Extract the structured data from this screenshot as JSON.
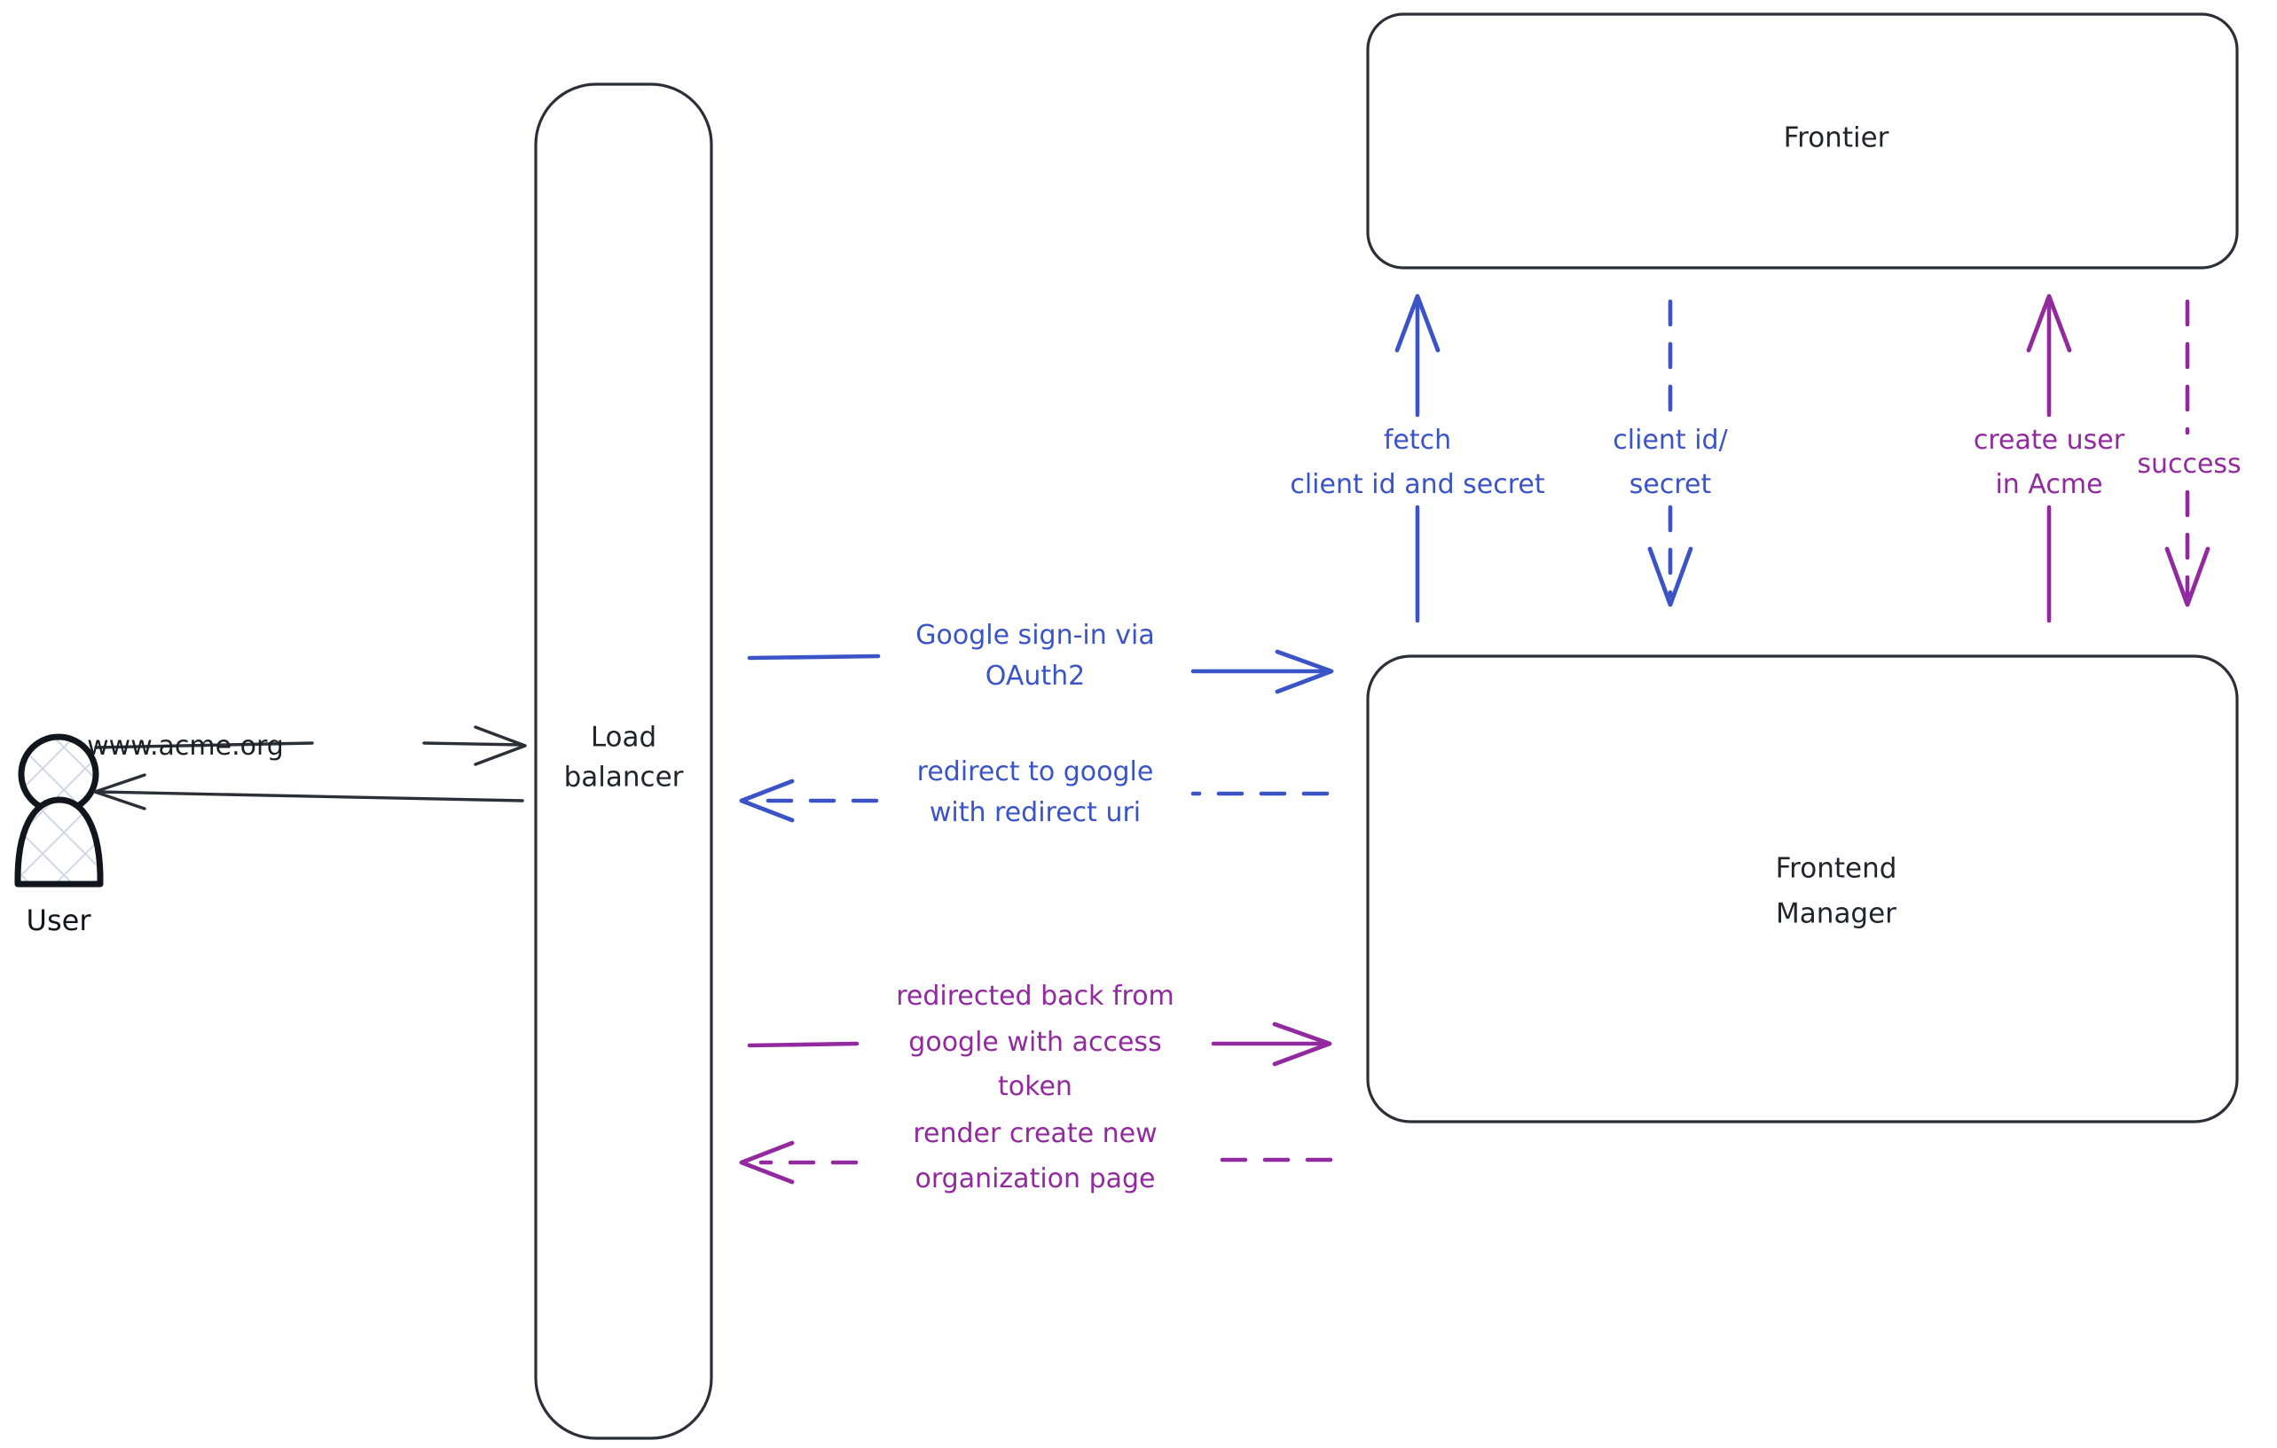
{
  "diagram": {
    "title": "Google OAuth2 sign-in sequence",
    "background": "#ffffff",
    "colors": {
      "dark": "#2b3038",
      "blue": "#3a54c8",
      "purple": "#92299f"
    },
    "actor": {
      "label": "User",
      "icon": "user-actor-icon"
    },
    "nodes": [
      {
        "id": "load-balancer",
        "label_line1": "Load",
        "label_line2": "balancer"
      },
      {
        "id": "frontier",
        "label": "Frontier"
      },
      {
        "id": "frontend-manager",
        "label_line1": "Frontend",
        "label_line2": "Manager"
      }
    ],
    "edges": [
      {
        "id": "user-to-lb",
        "color": "dark",
        "style": "solid",
        "direction": "right",
        "label": "www.acme.org"
      },
      {
        "id": "lb-to-user",
        "color": "dark",
        "style": "solid",
        "direction": "left",
        "label": ""
      },
      {
        "id": "lb-to-fm-signin",
        "color": "blue",
        "style": "solid",
        "direction": "right",
        "label_line1": "Google sign-in via",
        "label_line2": "OAuth2"
      },
      {
        "id": "fm-to-lb-redirect",
        "color": "blue",
        "style": "dashed",
        "direction": "left",
        "label_line1": "redirect to google",
        "label_line2": "with redirect uri"
      },
      {
        "id": "lb-to-fm-token",
        "color": "purple",
        "style": "solid",
        "direction": "right",
        "label_line1": "redirected back from",
        "label_line2": "google with access",
        "label_line3": "token"
      },
      {
        "id": "fm-to-lb-render",
        "color": "purple",
        "style": "dashed",
        "direction": "left",
        "label_line1": "render create new",
        "label_line2": "organization page"
      },
      {
        "id": "fm-to-frontier-fetch",
        "color": "blue",
        "style": "solid",
        "direction": "up",
        "label_line1": "fetch",
        "label_line2": "client id and secret"
      },
      {
        "id": "frontier-to-fm-creds",
        "color": "blue",
        "style": "dashed",
        "direction": "down",
        "label_line1": "client id/",
        "label_line2": "secret"
      },
      {
        "id": "fm-to-frontier-create-user",
        "color": "purple",
        "style": "solid",
        "direction": "up",
        "label_line1": "create user",
        "label_line2": "in Acme"
      },
      {
        "id": "frontier-to-fm-success",
        "color": "purple",
        "style": "dashed",
        "direction": "down",
        "label": "success"
      }
    ]
  }
}
